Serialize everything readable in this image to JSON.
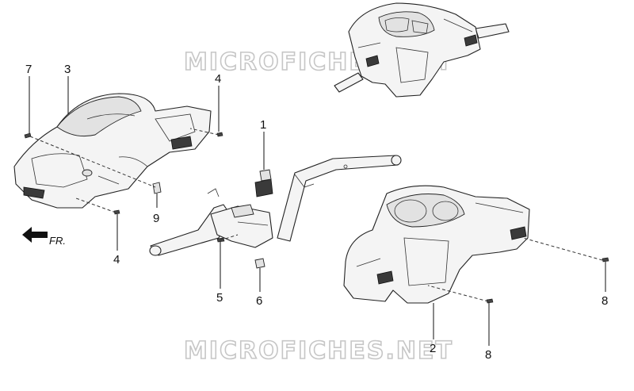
{
  "watermarks": [
    "MICROFICHES.NET",
    "MICROFICHES.NET"
  ],
  "direction_label": "FR.",
  "callouts": [
    {
      "id": "c7",
      "text": "7"
    },
    {
      "id": "c3",
      "text": "3"
    },
    {
      "id": "c4a",
      "text": "4"
    },
    {
      "id": "c1",
      "text": "1"
    },
    {
      "id": "c9",
      "text": "9"
    },
    {
      "id": "c4b",
      "text": "4"
    },
    {
      "id": "c5",
      "text": "5"
    },
    {
      "id": "c6",
      "text": "6"
    },
    {
      "id": "c2",
      "text": "2"
    },
    {
      "id": "c8a",
      "text": "8"
    },
    {
      "id": "c8b",
      "text": "8"
    }
  ]
}
